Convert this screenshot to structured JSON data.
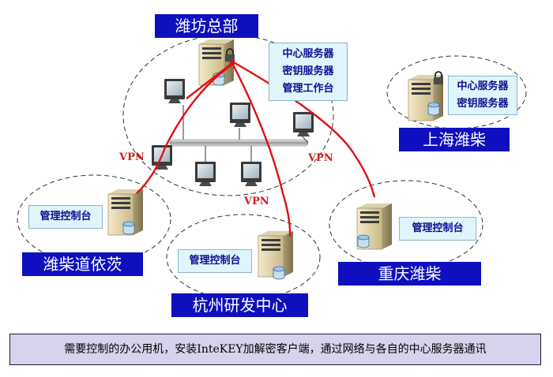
{
  "sites": {
    "hq": {
      "title": "潍坊总部",
      "roles": [
        "中心服务器",
        "密钥服务器",
        "管理工作台"
      ]
    },
    "shanghai": {
      "title": "上海潍柴",
      "roles": [
        "中心服务器",
        "密钥服务器"
      ]
    },
    "yici": {
      "title": "潍柴道依茨",
      "roles": [
        "管理控制台"
      ]
    },
    "hangzhou": {
      "title": "杭州研发中心",
      "roles": [
        "管理控制台"
      ]
    },
    "chongqing": {
      "title": "重庆潍柴",
      "roles": [
        "管理控制台"
      ]
    }
  },
  "vpn_labels": [
    "VPN",
    "VPN",
    "VPN"
  ],
  "caption": "需要控制的办公用机，安装InteKEY加解密客户端，通过网络与各自的中心服务器通讯",
  "colors": {
    "title_bg": "#0f0fbf",
    "vpn_line": "#e01010",
    "role_box_bg": "#dff4fb",
    "caption_bg": "#d6d3ec"
  },
  "icons": [
    "server-icon",
    "lock-icon",
    "database-icon",
    "monitor-icon",
    "network-bus-icon"
  ]
}
